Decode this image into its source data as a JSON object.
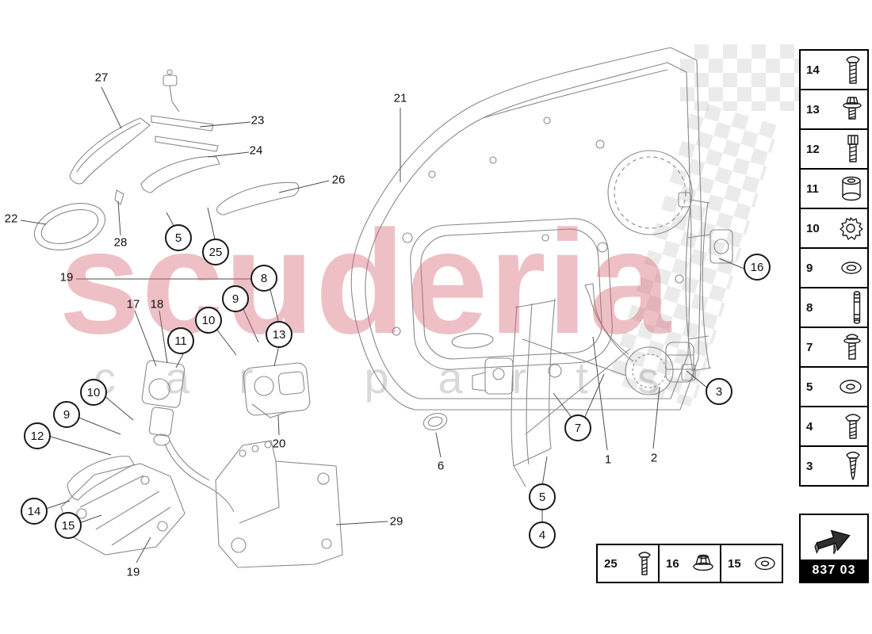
{
  "watermark": {
    "title": "scuderia",
    "subtitle": "car parts"
  },
  "code_box": {
    "code": "837 03"
  },
  "callouts": [
    {
      "label": "27",
      "style": "plain"
    },
    {
      "label": "23",
      "style": "plain"
    },
    {
      "label": "24",
      "style": "plain"
    },
    {
      "label": "26",
      "style": "plain"
    },
    {
      "label": "22",
      "style": "plain"
    },
    {
      "label": "28",
      "style": "plain"
    },
    {
      "label": "19",
      "style": "plain"
    },
    {
      "label": "17",
      "style": "plain"
    },
    {
      "label": "18",
      "style": "plain"
    },
    {
      "label": "21",
      "style": "plain"
    },
    {
      "label": "6",
      "style": "plain"
    },
    {
      "label": "1",
      "style": "plain"
    },
    {
      "label": "2",
      "style": "plain"
    },
    {
      "label": "20",
      "style": "plain"
    },
    {
      "label": "29",
      "style": "plain"
    },
    {
      "label": "19",
      "style": "plain"
    },
    {
      "label": "5",
      "style": "circle"
    },
    {
      "label": "25",
      "style": "circle"
    },
    {
      "label": "8",
      "style": "circle"
    },
    {
      "label": "9",
      "style": "circle"
    },
    {
      "label": "10",
      "style": "circle"
    },
    {
      "label": "11",
      "style": "circle"
    },
    {
      "label": "13",
      "style": "circle"
    },
    {
      "label": "16",
      "style": "circle"
    },
    {
      "label": "3",
      "style": "circle"
    },
    {
      "label": "7",
      "style": "circle"
    },
    {
      "label": "5",
      "style": "circle"
    },
    {
      "label": "4",
      "style": "circle"
    },
    {
      "label": "10",
      "style": "circle"
    },
    {
      "label": "9",
      "style": "circle"
    },
    {
      "label": "12",
      "style": "circle"
    },
    {
      "label": "14",
      "style": "circle"
    },
    {
      "label": "15",
      "style": "circle"
    }
  ],
  "parts_column": {
    "items": [
      {
        "number": "14",
        "icon": "pan-head-screw-icon"
      },
      {
        "number": "13",
        "icon": "flange-bolt-icon"
      },
      {
        "number": "12",
        "icon": "socket-head-screw-icon"
      },
      {
        "number": "11",
        "icon": "bushing-icon"
      },
      {
        "number": "10",
        "icon": "star-washer-icon"
      },
      {
        "number": "9",
        "icon": "washer-icon"
      },
      {
        "number": "8",
        "icon": "stud-bolt-icon"
      },
      {
        "number": "7",
        "icon": "sems-screw-icon"
      },
      {
        "number": "5",
        "icon": "flat-washer-icon"
      },
      {
        "number": "4",
        "icon": "pan-screw-icon"
      },
      {
        "number": "3",
        "icon": "self-tapping-screw-icon"
      }
    ]
  },
  "legend_row": {
    "items": [
      {
        "number": "25",
        "icon": "screw-icon"
      },
      {
        "number": "16",
        "icon": "flange-nut-icon"
      },
      {
        "number": "15",
        "icon": "washer-icon"
      }
    ]
  },
  "colors": {
    "watermark_pink": "#d6687a",
    "line_gray": "#8a8a8a",
    "callout_border": "#1a1a1a"
  }
}
